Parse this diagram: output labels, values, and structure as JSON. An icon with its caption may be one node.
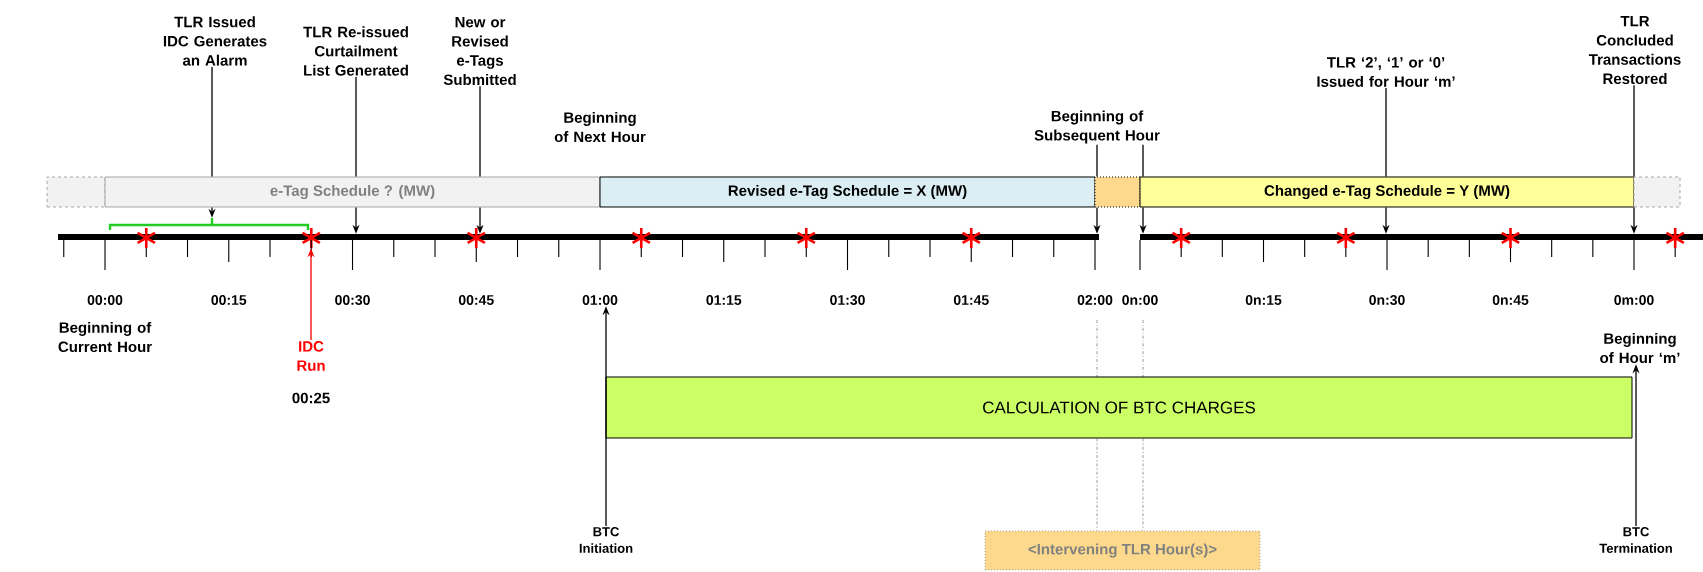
{
  "diagram": {
    "nodes": [
      {
        "text": [
          "TLR Issued IDC Generates an Alarm"
        ]
      },
      {
        "text": [
          "TLR Re-issued Curtailment List Generated"
        ]
      },
      {
        "text": [
          "New or Revised e-Tags Submitted"
        ]
      },
      {
        "text": [
          "Beginning of Subsequent Hour"
        ]
      },
      {
        "text": [
          "TLR ‘2’, ‘1’ or ‘0’ Issued for Hour ‘m’"
        ]
      },
      {
        "text": [
          "TLR Concluded Transactions Restored"
        ]
      },
      {
        "text": [],
        "shape": "box"
      },
      {
        "text": [
          "e-Tag Schedule ? (MW)"
        ]
      },
      {
        "text": [
          "Revised e-Tag Schedule = X (MW)"
        ]
      },
      {
        "text": [],
        "shape": "box"
      },
      {
        "text": [
          "Changed e-Tag Schedule = Y (MW)"
        ]
      },
      {
        "text": [],
        "shape": "box"
      },
      {
        "text": [],
        "shape": "bracket"
      },
      {
        "text": [],
        "shape": "bar"
      },
      {
        "text": [],
        "shape": "bar"
      },
      {
        "text": [],
        "shape": "asterisk"
      },
      {
        "text": [
          "IDC Run"
        ]
      },
      {
        "text": [
          "01:00"
        ]
      },
      {
        "text": [
          "CALCULATION OF BTC CHARGES"
        ]
      },
      {
        "text": [
          "Beginning of Hour ‘m’"
        ]
      },
      {
        "text": [
          "BTC Initiation"
        ]
      },
      {
        "text": [
          "BTC Termination"
        ]
      },
      {
        "text": [
          "<Intervening TLR Hour(s)>"
        ]
      }
    ],
    "edges": [
      {
        "from": 0,
        "to": 7,
        "arrow": "none"
      },
      {
        "from": 7,
        "to": 12,
        "arrow": "to"
      },
      {
        "from": 1,
        "to": 7,
        "arrow": "none"
      },
      {
        "from": 7,
        "to": 13,
        "arrow": "to"
      },
      {
        "from": 2,
        "to": 7,
        "arrow": "none"
      },
      {
        "from": 7,
        "to": 13,
        "arrow": "to"
      },
      {
        "from": 3,
        "to": 9,
        "arrow": "none"
      },
      {
        "from": 9,
        "to": 13,
        "arrow": "to"
      },
      {
        "from": 3,
        "to": 9,
        "arrow": "none"
      },
      {
        "from": 9,
        "to": 14,
        "arrow": "to"
      },
      {
        "from": 4,
        "to": 10,
        "arrow": "none"
      },
      {
        "from": 10,
        "to": 14,
        "arrow": "to"
      },
      {
        "from": 5,
        "to": 11,
        "arrow": "none"
      },
      {
        "from": 11,
        "to": 14,
        "arrow": "to"
      },
      {
        "from": 16,
        "to": 15,
        "arrow": "to",
        "color": "#ff0000"
      },
      {
        "from": 20,
        "to": 17,
        "arrow": "to"
      },
      {
        "from": 21,
        "to": 19,
        "arrow": "to"
      },
      {
        "from": 18,
        "to": 22,
        "arrow": "none",
        "style": "dashed",
        "color": "#808080"
      },
      {
        "from": 18,
        "to": 22,
        "arrow": "none",
        "style": "dashed",
        "color": "#808080"
      }
    ],
    "labels": [
      "Beginning of Next Hour",
      "00:00",
      "00:15",
      "00:30",
      "00:45",
      "01:15",
      "01:30",
      "01:45",
      "02:00",
      "0n:00",
      "0n:15",
      "0n:30",
      "0n:45",
      "0m:00",
      "Beginning of Current Hour",
      "00:25"
    ]
  }
}
